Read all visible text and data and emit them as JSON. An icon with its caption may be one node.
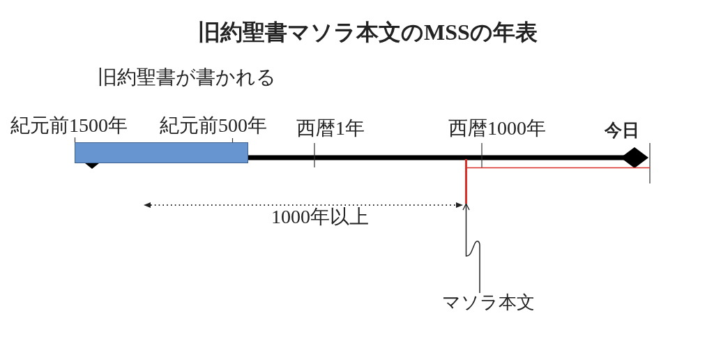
{
  "diagram": {
    "title": "旧約聖書マソラ本文のMSSの年表",
    "nodes": [
      {
        "text": [],
        "shape": "bar",
        "beside": [
          "旧約聖書が書かれる"
        ]
      },
      {
        "text": [],
        "shape": "bar"
      },
      {
        "text": [
          "マソラ本文"
        ]
      }
    ],
    "edges": [
      {
        "from": 2,
        "to": 1,
        "arrow": "to"
      }
    ],
    "labels": [
      "紀元前1500年",
      "紀元前500年",
      "西暦1年",
      "西暦1000年",
      "今日",
      "1000年以上"
    ]
  }
}
